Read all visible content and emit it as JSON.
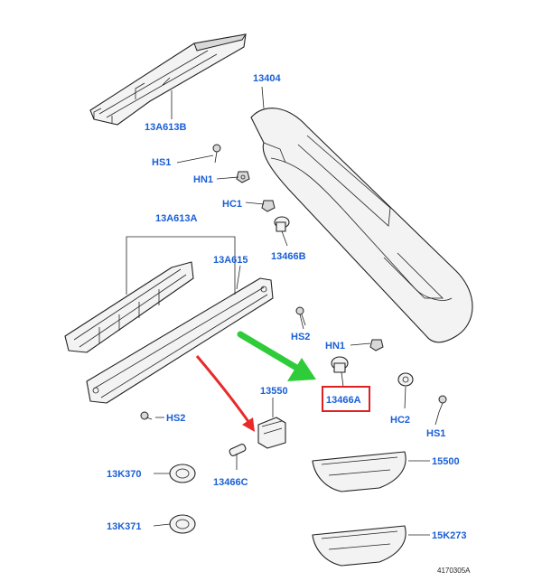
{
  "labels": {
    "13A613B": "13A613B",
    "HS1_top": "HS1",
    "HN1_top": "HN1",
    "HC1": "HC1",
    "13404": "13404",
    "13466B": "13466B",
    "13A613A": "13A613A",
    "13A615": "13A615",
    "HS2_right": "HS2",
    "HN1_mid": "HN1",
    "13466A": "13466A",
    "HC2": "HC2",
    "HS1_right": "HS1",
    "HS2_left": "HS2",
    "13550": "13550",
    "13K370": "13K370",
    "13466C": "13466C",
    "15500": "15500",
    "13K371": "13K371",
    "15K273": "15K273"
  },
  "footer": {
    "ref": "4170305A"
  },
  "highlight": {
    "color": "#e02020",
    "label_color": "#1a5fd6"
  },
  "annotations": {
    "green_arrow_color": "#2fcc3a",
    "red_arrow_color": "#e82a2a"
  }
}
